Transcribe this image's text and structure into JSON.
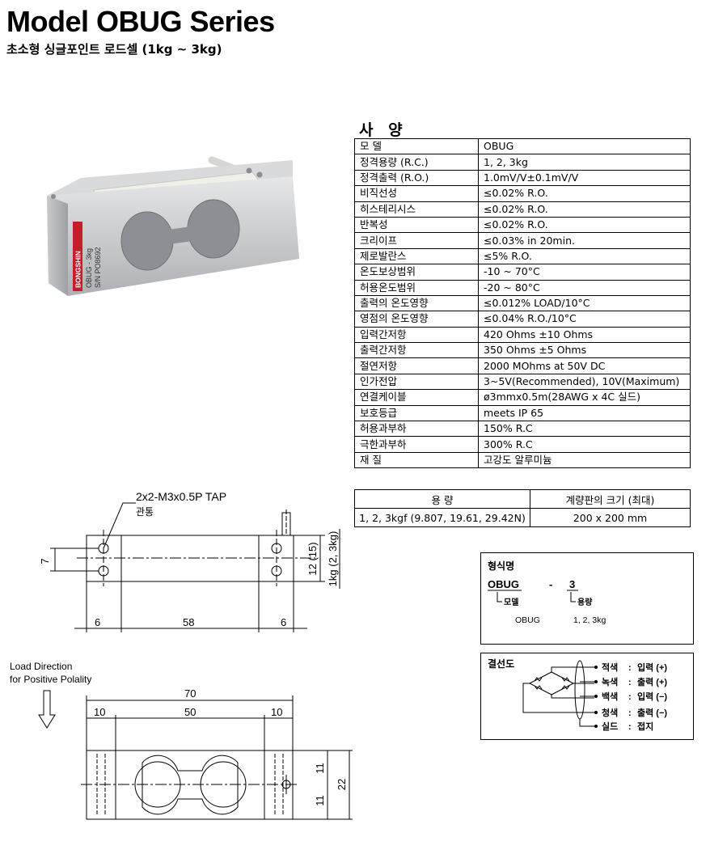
{
  "header": {
    "title": "Model OBUG Series",
    "subtitle": "초소형 싱글포인트 로드셀 (1kg ~ 3kg)"
  },
  "photo": {
    "label_brand": "BONGSHIN",
    "label_model": "OBUG - 3kg",
    "label_serial": "S/N PO8692"
  },
  "specs": {
    "heading": "사 양",
    "rows": [
      {
        "k": "모 델",
        "v": "OBUG"
      },
      {
        "k": "정격용량 (R.C.)",
        "v": "1, 2, 3kg"
      },
      {
        "k": "정격출력 (R.O.)",
        "v": "1.0mV/V±0.1mV/V"
      },
      {
        "k": "비직선성",
        "v": "≤0.02% R.O."
      },
      {
        "k": "히스테리시스",
        "v": "≤0.02% R.O."
      },
      {
        "k": "반복성",
        "v": "≤0.02% R.O."
      },
      {
        "k": "크리이프",
        "v": "≤0.03% in 20min."
      },
      {
        "k": "제로발란스",
        "v": "≤5% R.O."
      },
      {
        "k": "온도보상범위",
        "v": "-10 ~ 70°C"
      },
      {
        "k": "허용온도범위",
        "v": "-20 ~ 80°C"
      },
      {
        "k": "출력의 온도영향",
        "v": "≤0.012% LOAD/10°C"
      },
      {
        "k": "영점의 온도영향",
        "v": "≤0.04% R.O./10°C"
      },
      {
        "k": "입력간저항",
        "v": "420 Ohms ±10 Ohms"
      },
      {
        "k": "출력간저항",
        "v": "350 Ohms ±5 Ohms"
      },
      {
        "k": "절연저항",
        "v": "2000 MOhms at 50V DC"
      },
      {
        "k": "인가전압",
        "v": "3~5V(Recommended), 10V(Maximum)"
      },
      {
        "k": "연결케이블",
        "v": "ø3mmx0.5m(28AWG x 4C 실드)"
      },
      {
        "k": "보호등급",
        "v": "meets IP 65"
      },
      {
        "k": "허용과부하",
        "v": "150% R.C"
      },
      {
        "k": "극한과부하",
        "v": "300% R.C"
      },
      {
        "k": "재 질",
        "v": "고강도 알루미늄"
      }
    ]
  },
  "capacity": {
    "h1": "용 량",
    "h2": "계량판의 크기 (최대)",
    "v1": "1, 2, 3kgf  (9.807, 19.61, 29.42N)",
    "v2": "200 x 200 mm"
  },
  "model_code": {
    "title": "형식명",
    "code_part1": "OBUG",
    "dash": "-",
    "code_part2": "3",
    "label1": "모델",
    "label2": "용량",
    "ex1": "OBUG",
    "ex2": "1, 2, 3kg"
  },
  "wiring": {
    "title": "결선도",
    "wires": [
      {
        "color": "적색",
        "role": "입력 (+)"
      },
      {
        "color": "녹색",
        "role": "출력 (+)"
      },
      {
        "color": "백색",
        "role": "입력 (−)"
      },
      {
        "color": "청색",
        "role": "출력 (−)"
      },
      {
        "color": "실드",
        "role": "접지"
      }
    ]
  },
  "drawing_top": {
    "tap": "2x2-M3x0.5P TAP",
    "through": "관통",
    "dim_7": "7",
    "dim_12": "12 (15)",
    "dim_cap": "1kg (2, 3kg)",
    "dim_6a": "6",
    "dim_58": "58",
    "dim_6b": "6"
  },
  "drawing_bottom": {
    "load_dir_1": "Load Direction",
    "load_dir_2": "for Positive Polality",
    "dim_70": "70",
    "dim_10a": "10",
    "dim_50": "50",
    "dim_10b": "10",
    "dim_11a": "11",
    "dim_11b": "11",
    "dim_22": "22"
  }
}
